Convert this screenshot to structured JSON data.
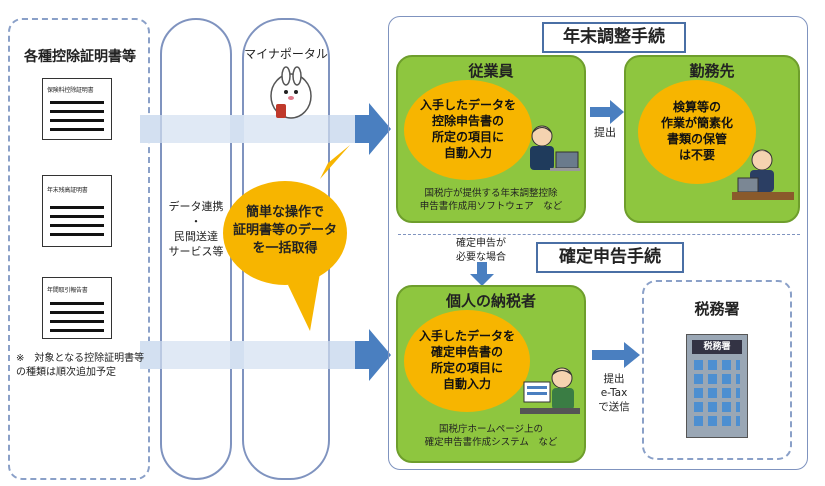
{
  "left_panel": {
    "title": "各種控除証明書等",
    "docs": [
      "保険料控除証明書",
      "年末残高証明書",
      "年間取引報告書"
    ],
    "note": "※　対象となる控除証明書等の種類は順次追加予定"
  },
  "middle_pill": {
    "label": "データ連携\n・\n民間送達\nサービス等"
  },
  "portal_pill": {
    "label": "マイナポータル"
  },
  "bubble": {
    "text": "簡単な操作で\n証明書等のデータ\nを一括取得"
  },
  "year_end": {
    "title": "年末調整手続",
    "employee": {
      "title": "従業員",
      "bubble": "入手したデータを\n控除申告書の\n所定の項目に\n自動入力",
      "caption": "国税庁が提供する年末調整控除\n申告書作成用ソフトウェア　など"
    },
    "submit_label": "提出",
    "employer": {
      "title": "勤務先",
      "bubble": "検算等の\n作業が簡素化\n書類の保管\nは不要"
    }
  },
  "tax_return": {
    "title": "確定申告手続",
    "condition_label": "確定申告が\n必要な場合",
    "individual": {
      "title": "個人の納税者",
      "bubble": "入手したデータを\n確定申告書の\n所定の項目に\n自動入力",
      "caption": "国税庁ホームページ上の\n確定申告書作成システム　など"
    },
    "submit_label": "提出\ne-Tax\nで送信",
    "office": {
      "title": "税務署",
      "sign": "税務署"
    }
  },
  "colors": {
    "accent_blue": "#4a7fc0",
    "green": "#8ec63f",
    "orange": "#f7b500",
    "band": "#d3e0f1"
  }
}
